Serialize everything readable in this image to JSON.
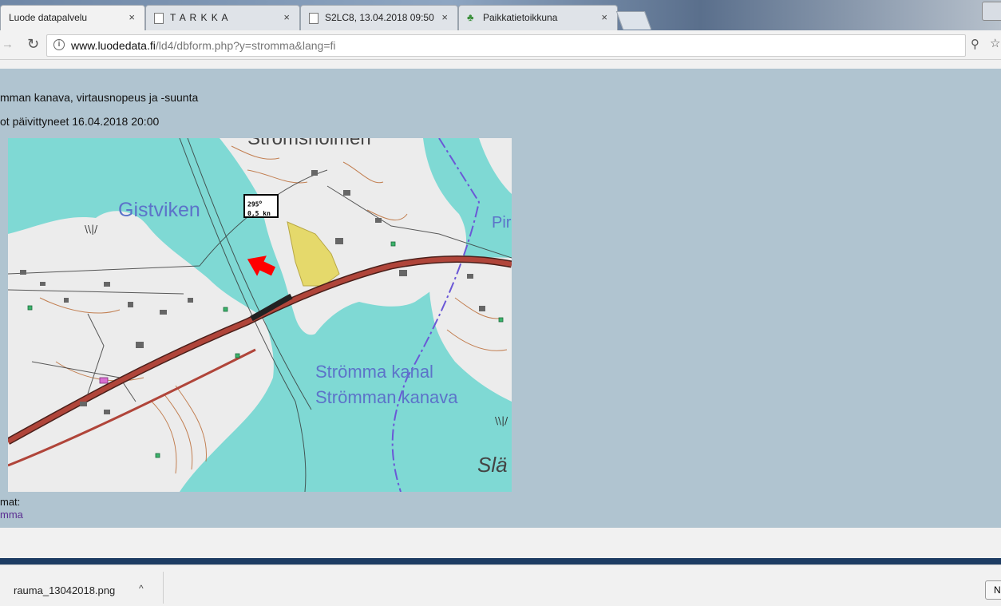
{
  "tabs": [
    {
      "label": "Luode datapalvelu",
      "close": "×",
      "active": true
    },
    {
      "label": "T A R K K A",
      "close": "×",
      "active": false
    },
    {
      "label": "S2LC8, 13.04.2018 09:50",
      "close": "×",
      "active": false
    },
    {
      "label": "Paikkatietoikkuna",
      "close": "×",
      "active": false
    }
  ],
  "toolbar": {
    "url_host": "www.luodedata.fi",
    "url_path": "/ld4/dbform.php?y=stromma&lang=fi"
  },
  "page": {
    "heading": "mman kanava, virtausnopeus ja -suunta",
    "updated": "ot päivittyneet 16.04.2018 20:00",
    "other_label": "mat:",
    "other_link": "mma"
  },
  "map": {
    "readout_direction": "295",
    "readout_degree": "o",
    "readout_speed": "0,5 kn",
    "labels": {
      "gistviken": "Gistviken",
      "kanal": "Strömma kanal",
      "kanava": "Strömman kanava",
      "top": "Strömsholmen",
      "right_edge": "Pir",
      "bottom_right": "Slä",
      "marsh_left": "\\\\|/",
      "marsh_right": "\\\\|/"
    },
    "flow_arrow": {
      "direction_deg": 295
    },
    "colors": {
      "water": "#7fd9d4",
      "land": "#ececec",
      "road": "#b0453a",
      "contour": "#b8652c",
      "water_text": "#5c73c9",
      "arrow": "#ff0000",
      "border_line": "#6b58d6",
      "field": "#e5d96b"
    }
  },
  "downloads": {
    "filename": "rauma_13042018.png",
    "chevron": "^",
    "show_all": "N"
  }
}
